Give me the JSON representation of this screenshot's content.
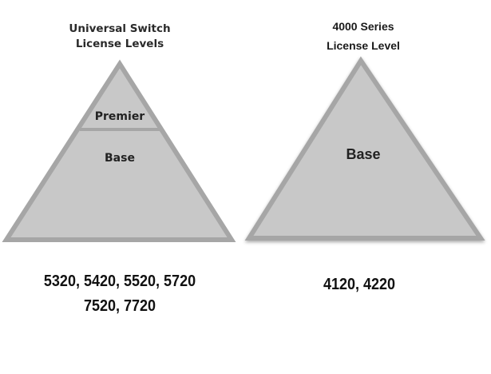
{
  "left_diagram": {
    "title_line1": "Universal Switch",
    "title_line2": "License Levels",
    "tiers": [
      {
        "label": "Premier"
      },
      {
        "label": "Base"
      }
    ],
    "models_line1": "5320, 5420, 5520, 5720",
    "models_line2": "7520, 7720"
  },
  "right_diagram": {
    "title_line1": "4000 Series",
    "title_line2": "License Level",
    "tiers": [
      {
        "label": "Base"
      }
    ],
    "models_line1": "4120, 4220"
  },
  "colors": {
    "triangle_fill": "#c8c8c8",
    "triangle_stroke": "#a6a6a6",
    "text": "#111111"
  }
}
